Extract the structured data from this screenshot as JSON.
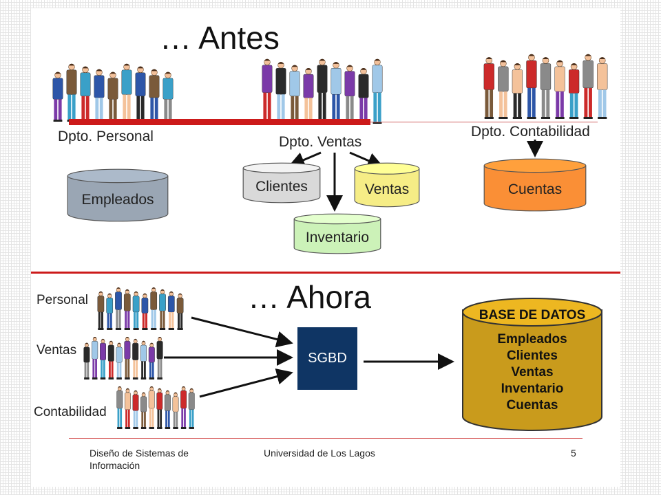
{
  "top": {
    "title": "… Antes",
    "departments": [
      {
        "label": "Dpto. Personal"
      },
      {
        "label": "Dpto. Ventas"
      },
      {
        "label": "Dpto. Contabilidad"
      }
    ],
    "stores": [
      {
        "label": "Empleados",
        "color": "#9aa6b4"
      },
      {
        "label": "Clientes",
        "color": "#d9d9d9"
      },
      {
        "label": "Ventas",
        "color": "#f6ed86"
      },
      {
        "label": "Inventario",
        "color": "#ccf2b8"
      },
      {
        "label": "Cuentas",
        "color": "#fa8f36"
      }
    ]
  },
  "bottom": {
    "title": "… Ahora",
    "sources": [
      "Personal",
      "Ventas",
      "Contabilidad"
    ],
    "sgbd": "SGBD",
    "database": {
      "title": "BASE DE DATOS",
      "items": [
        "Empleados",
        "Clientes",
        "Ventas",
        "Inventario",
        "Cuentas"
      ],
      "color": "#c99b1c"
    }
  },
  "footer": {
    "course_line1": "Diseño de Sistemas de",
    "course_line2": "Información",
    "university": "Universidad de Los Lagos",
    "page": "5"
  },
  "colors": {
    "divider": "#cc1a1a",
    "sgbd": "#0f3564",
    "people": [
      "#f4c29a",
      "#2d56a8",
      "#7b3aa8",
      "#cc2a2a",
      "#7a5a3a",
      "#2a2a2a",
      "#8a8a8a",
      "#3aa0c8",
      "#a0c8e8"
    ]
  }
}
